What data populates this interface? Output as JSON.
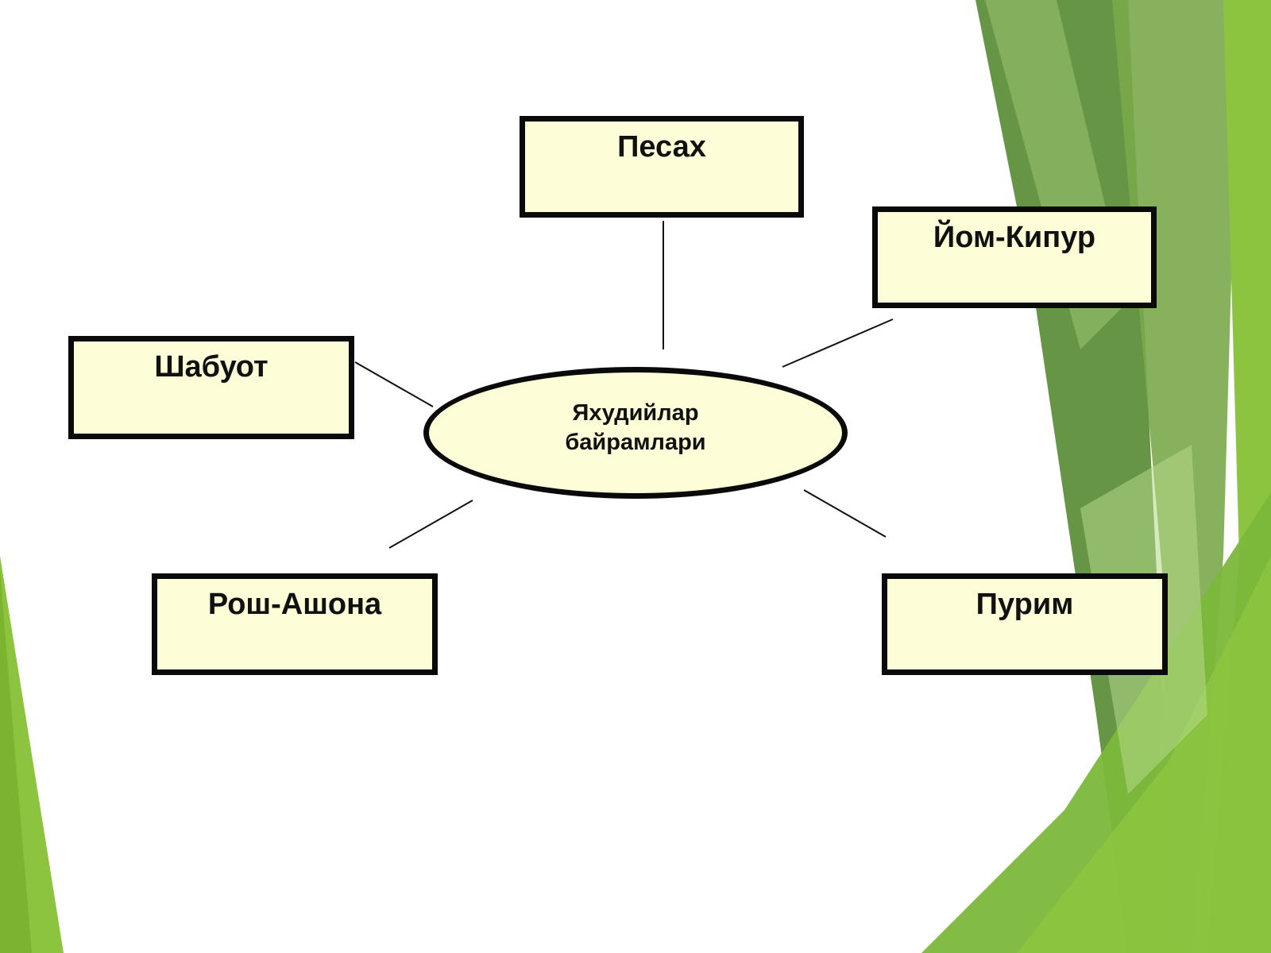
{
  "theme": {
    "box_fill": "#fdfdd8",
    "box_border": "#0a0a0a",
    "accent_dark_green": "#5e8f3c",
    "accent_light_green": "#8cc43f"
  },
  "center": {
    "label_line1": "Яхудийлар",
    "label_line2": "байрамлари"
  },
  "nodes": {
    "pesach": "Песах",
    "yom_kippur": "Йом-Кипур",
    "shavuot": "Шабуот",
    "rosh_hashana": "Рош-Ашона",
    "purim": "Пурим"
  }
}
